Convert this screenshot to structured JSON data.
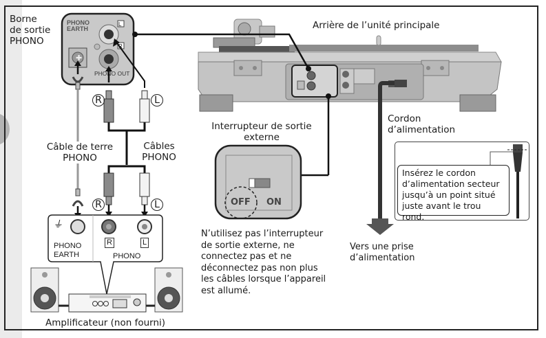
{
  "labels": {
    "phono_terminal": "Borne\nde sortie\nPHONO",
    "rear_unit": "Arrière de l’unité principale",
    "earth_cable": "Câble de terre\nPHONO",
    "phono_cables": "Câbles\nPHONO",
    "ext_switch": "Interrupteur de sortie\nexterne",
    "warning": "N’utilisez pas l’interrupteur\nde sortie externe, ne\nconnectez pas et ne\ndéconnectez pas non plus\nles câbles lorsque l’appareil\nest allumé.",
    "power_cord": "Cordon\nd’alimentation",
    "to_outlet": "Vers une prise\nd’alimentation",
    "insert_note": "Insérez le cordon\nd’alimentation secteur\njusqu’à un point situé\njuste avant le trou rond.",
    "amplifier": "Amplificateur (non fourni)"
  },
  "panel": {
    "phono_earth": "PHONO\nEARTH",
    "phono_out": "PHONO OUT",
    "l_mark": "L",
    "r_mark": "R"
  },
  "plugs": {
    "right": "R",
    "left": "L"
  },
  "amp_panel": {
    "earth_symbol": "⏚",
    "phono_earth": "PHONO\nEARTH",
    "phono": "PHONO",
    "r_mark": "R",
    "l_mark": "L"
  },
  "switch": {
    "off": "OFF",
    "on": "ON",
    "state": "OFF"
  }
}
